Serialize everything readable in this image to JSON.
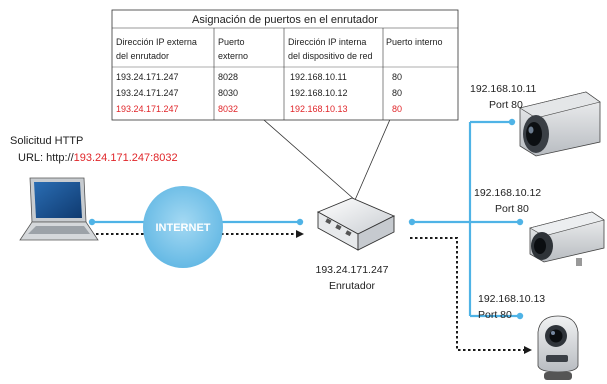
{
  "table": {
    "title": "Asignación de puertos en el enrutador",
    "headers": [
      [
        "Dirección IP externa",
        "del enrutador"
      ],
      [
        "Puerto",
        "externo"
      ],
      [
        "Dirección IP interna",
        "del dispositivo de red"
      ],
      [
        "Puerto interno"
      ]
    ],
    "rows": [
      {
        "ext_ip": "193.24.171.247",
        "ext_port": "8028",
        "int_ip": "192.168.10.11",
        "int_port": "80",
        "highlighted": false
      },
      {
        "ext_ip": "193.24.171.247",
        "ext_port": "8030",
        "int_ip": "192.168.10.12",
        "int_port": "80",
        "highlighted": false
      },
      {
        "ext_ip": "193.24.171.247",
        "ext_port": "8032",
        "int_ip": "192.168.10.13",
        "int_port": "80",
        "highlighted": true
      }
    ]
  },
  "request": {
    "title": "Solicitud HTTP",
    "url_prefix": "URL: http://",
    "url_value": "193.24.171.247:8032"
  },
  "internet_label": "INTERNET",
  "router": {
    "ip": "193.24.171.247",
    "name": "Enrutador"
  },
  "cameras": [
    {
      "ip": "192.168.10.11",
      "port": "Port 80"
    },
    {
      "ip": "192.168.10.12",
      "port": "Port 80"
    },
    {
      "ip": "192.168.10.13",
      "port": "Port 80"
    }
  ],
  "colors": {
    "link_line": "#4fb3e6",
    "internet_cloud": "#7cc6ec",
    "highlight_text": "#e0262a",
    "dotted_path": "#1a1a1a"
  }
}
